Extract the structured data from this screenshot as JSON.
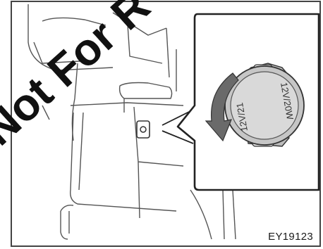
{
  "watermark": {
    "text": "Not For R"
  },
  "figure": {
    "code": "EY19123",
    "bulb_label_outer": "12V/21",
    "bulb_label_inner": "12V/20W"
  },
  "colors": {
    "line": "#2a2a2a",
    "socket_fill": "#d9d9d9",
    "arrow_fill": "#6a6a6a"
  }
}
